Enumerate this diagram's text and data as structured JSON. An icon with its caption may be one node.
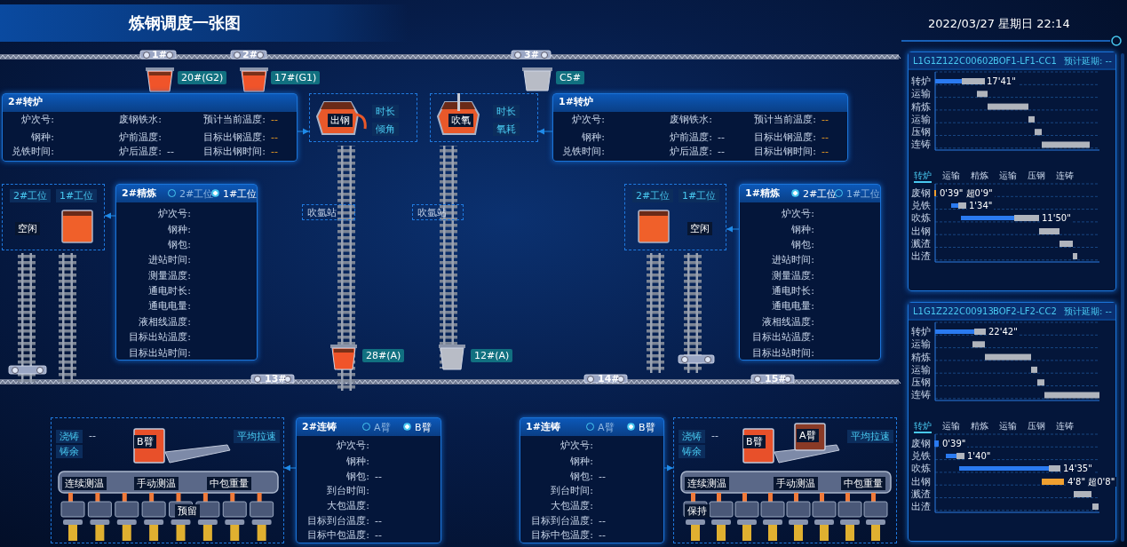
{
  "diagram": {
    "title": "炼钢调度一张图",
    "nodes": [
      {
        "text": [
          "2#转炉",
          "炉次号:",
          "钢种:",
          "兑铁时间:",
          "废钢铁水:",
          "炉前温度:",
          "炉后温度:",
          "预计当前温度:",
          "目标出钢温度:",
          "目标出钢时间:",
          "--",
          "--",
          "--",
          "--"
        ]
      },
      {
        "text": [
          "1#转炉",
          "炉次号:",
          "钢种:",
          "兑铁时间:",
          "废钢铁水:",
          "炉前温度:",
          "炉后温度:",
          "预计当前温度:",
          "目标出钢温度:",
          "目标出钢时间:",
          "--",
          "--",
          "--",
          "--",
          "--"
        ]
      },
      {
        "text": [
          "出钢",
          "时长",
          "倾角"
        ]
      },
      {
        "text": [
          "吹氧",
          "时长",
          "氧耗"
        ]
      },
      {
        "text": [
          "2#工位",
          "1#工位",
          "空闲"
        ]
      },
      {
        "text": [
          "2#精炼",
          "2#工位",
          "1#工位",
          "炉次号:",
          "钢种:",
          "钢包:",
          "进站时间:",
          "测量温度:",
          "通电时长:",
          "通电电量:",
          "液相线温度:",
          "目标出站温度:",
          "目标出站时间:"
        ]
      },
      {
        "text": [
          "2#工位",
          "1#工位",
          "空闲"
        ]
      },
      {
        "text": [
          "1#精炼",
          "2#工位",
          "1#工位",
          "炉次号:",
          "钢种:",
          "钢包:",
          "进站时间:",
          "测量温度:",
          "通电时长:",
          "通电电量:",
          "液相线温度:",
          "目标出站温度:",
          "目标出站时间:"
        ]
      },
      {
        "text": [
          "吹氩站"
        ]
      },
      {
        "text": [
          "吹氩站"
        ]
      },
      {
        "text": [
          "浇铸",
          "--",
          "铸余",
          "平均拉速",
          "B臂",
          "连续测温",
          "手动测温",
          "中包重量",
          "预留"
        ]
      },
      {
        "text": [
          "2#连铸",
          "A臂",
          "B臂",
          "炉次号:",
          "钢种:",
          "钢包:",
          "到台时间:",
          "大包温度:",
          "目标到台温度:",
          "目标中包温度:",
          "--",
          "--",
          "--"
        ]
      },
      {
        "text": [
          "1#连铸",
          "A臂",
          "B臂",
          "炉次号:",
          "钢种:",
          "钢包:",
          "到台时间:",
          "大包温度:",
          "目标到台温度:",
          "目标中包温度:",
          "--",
          "--",
          "--"
        ]
      },
      {
        "text": [
          "浇铸",
          "--",
          "铸余",
          "平均拉速",
          "B臂",
          "A臂",
          "连续测温",
          "手动测温",
          "中包重量",
          "保持"
        ]
      },
      {
        "text": [
          "L1G1Z122C00602",
          "BOF1-LF1-CC1",
          "预计延期: --",
          "转炉",
          "运输",
          "精炼",
          "运输",
          "压钢",
          "连铸",
          "17'41\"",
          "转炉",
          "运输",
          "精炼",
          "运输",
          "压钢",
          "连铸",
          "废钢",
          "兑铁",
          "吹炼",
          "出钢",
          "溅渣",
          "出渣",
          "0'39\" 超0'9\"",
          "1'34\"",
          "11'50\""
        ]
      },
      {
        "text": [
          "L1G1Z222C00913",
          "BOF2-LF2-CC2",
          "预计延期: --",
          "转炉",
          "运输",
          "精炼",
          "运输",
          "压钢",
          "连铸",
          "22'42\"",
          "转炉",
          "运输",
          "精炼",
          "运输",
          "压钢",
          "连铸",
          "废钢",
          "兑铁",
          "吹炼",
          "出钢",
          "溅渣",
          "出渣",
          "0'39\"",
          "1'40\"",
          "14'35\"",
          "4'8\" 超0'8\""
        ]
      }
    ],
    "edges": [
      {
        "from": 0,
        "to": 2,
        "arrow": "to"
      },
      {
        "from": 1,
        "to": 3,
        "arrow": "to"
      },
      {
        "from": 5,
        "to": 4,
        "arrow": "to"
      },
      {
        "from": 7,
        "to": 6,
        "arrow": "to"
      },
      {
        "from": 11,
        "to": 10,
        "arrow": "to"
      },
      {
        "from": 12,
        "to": 13,
        "arrow": "to"
      }
    ],
    "labels": [
      "2022/03/27 星期日 22:14",
      "1#",
      "2#",
      "3#",
      "20#(G2)",
      "17#(G1)",
      "C5#",
      "13#",
      "14#",
      "15#",
      "28#(A)",
      "12#(A)"
    ]
  }
}
